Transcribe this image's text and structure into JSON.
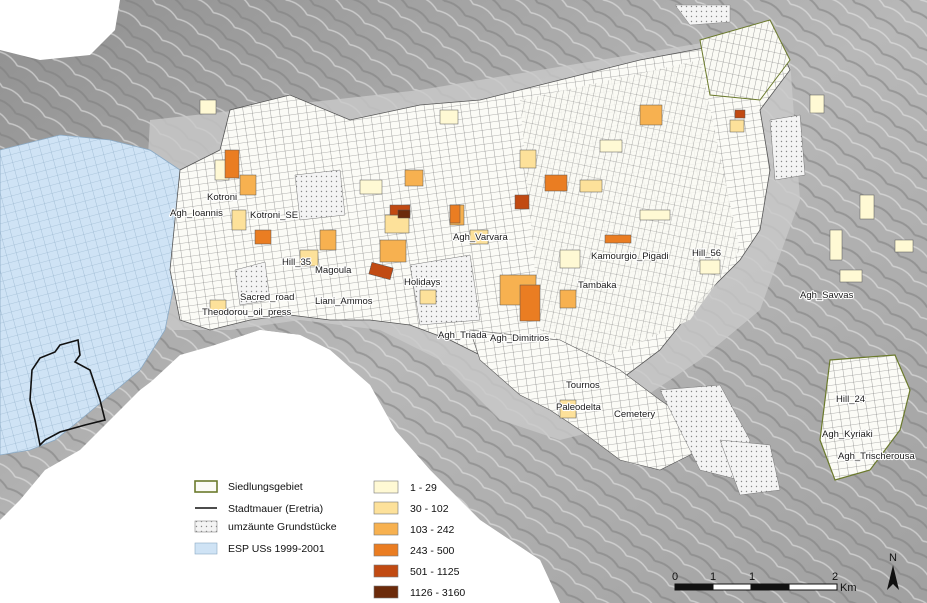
{
  "places": [
    {
      "id": "agh-ioannis",
      "label": "Agh_Ioannis"
    },
    {
      "id": "kotroni",
      "label": "Kotroni"
    },
    {
      "id": "kotroni-se",
      "label": "Kotroni_SE"
    },
    {
      "id": "hill-35",
      "label": "Hill_35"
    },
    {
      "id": "magoula",
      "label": "Magoula"
    },
    {
      "id": "sacred-road",
      "label": "Sacred_road"
    },
    {
      "id": "liani-ammos",
      "label": "Liani_Ammos"
    },
    {
      "id": "theodorou-oil-press",
      "label": "Theodorou_oil_press"
    },
    {
      "id": "holidays",
      "label": "Holidays"
    },
    {
      "id": "agh-varvara",
      "label": "Agh_Varvara"
    },
    {
      "id": "kamourgio-pigadi",
      "label": "Kamourgio_Pigadi"
    },
    {
      "id": "hill-56",
      "label": "Hill_56"
    },
    {
      "id": "tambaka",
      "label": "Tambaka"
    },
    {
      "id": "agh-triada",
      "label": "Agh_Triada"
    },
    {
      "id": "agh-dimitrios",
      "label": "Agh_Dimitrios"
    },
    {
      "id": "agh-savvas",
      "label": "Agh_Savvas"
    },
    {
      "id": "tournos",
      "label": "Tournos"
    },
    {
      "id": "paleodelta",
      "label": "Paleodelta"
    },
    {
      "id": "cemetery",
      "label": "Cemetery"
    },
    {
      "id": "hill-24",
      "label": "Hill_24"
    },
    {
      "id": "agh-kyriaki",
      "label": "Agh_Kyriaki"
    },
    {
      "id": "agh-trischerousa",
      "label": "Agh_Trischerousa"
    }
  ],
  "legend": {
    "symbols": [
      {
        "id": "siedlungsgebiet",
        "label": "Siedlungsgebiet"
      },
      {
        "id": "stadtmauer",
        "label": "Stadtmauer (Eretria)"
      },
      {
        "id": "umzaunte",
        "label": "umzäunte Grundstücke"
      },
      {
        "id": "esp",
        "label": "ESP USs 1999-2001"
      }
    ],
    "classes": [
      {
        "label": "1 - 29",
        "color": "#fff9d4"
      },
      {
        "label": "30 - 102",
        "color": "#fde19a"
      },
      {
        "label": "103 - 242",
        "color": "#f7b150"
      },
      {
        "label": "243 - 500",
        "color": "#ea7d22"
      },
      {
        "label": "501 - 1125",
        "color": "#c14a12"
      },
      {
        "label": "1126 - 3160",
        "color": "#6b2a0a"
      }
    ]
  },
  "scale": {
    "ticks": [
      "0",
      "1",
      "1",
      "2"
    ],
    "unit": "Km"
  },
  "north": "N",
  "colors": {
    "esp": "#cfe3f5",
    "parcel_stroke": "#555555",
    "settlement_stroke": "#6b7a2c",
    "wall": "#111111"
  }
}
